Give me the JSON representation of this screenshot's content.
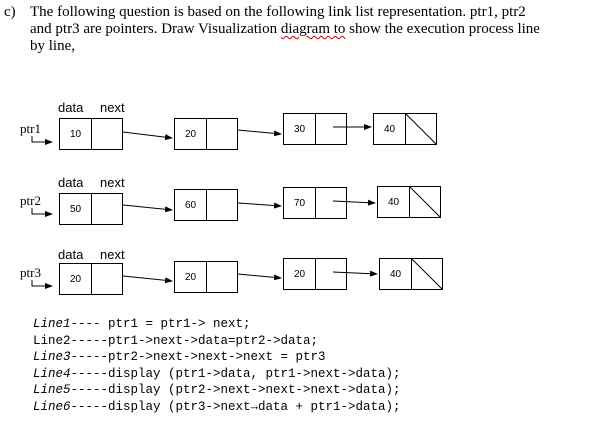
{
  "question": {
    "label": "c)",
    "line1": "The following question is based on the following link list representation. ptr1, ptr2",
    "line2_before": "and ptr3 are pointers. Draw Visualization ",
    "line2_squiggle": "diagram  to",
    "line2_after": " show the execution process line",
    "line3": "by line,"
  },
  "lists": [
    {
      "pointer": "ptr1",
      "header_data": "data",
      "header_next": "next",
      "nodes": [
        "10",
        "20",
        "30",
        "40"
      ]
    },
    {
      "pointer": "ptr2",
      "header_data": "data",
      "header_next": "next",
      "nodes": [
        "50",
        "60",
        "70",
        "40"
      ]
    },
    {
      "pointer": "ptr3",
      "header_data": "data",
      "header_next": "next",
      "nodes": [
        "20",
        "20",
        "20",
        "40"
      ]
    }
  ],
  "code": [
    {
      "label": "Line1----",
      "text": " ptr1 = ptr1-> next;"
    },
    {
      "label": "Line2-----",
      "text": "ptr1->next->data=ptr2->data;"
    },
    {
      "label": "Line3-----",
      "text": "ptr2->next->next->next = ptr3"
    },
    {
      "label": "Line4-----",
      "text": "display (ptr1->data, ptr1->next->data);"
    },
    {
      "label": "Line5-----",
      "text": "display (ptr2->next->next->next->data);"
    },
    {
      "label": "Line6-----",
      "text": "display (ptr3->next→data + ptr1->data);"
    }
  ]
}
